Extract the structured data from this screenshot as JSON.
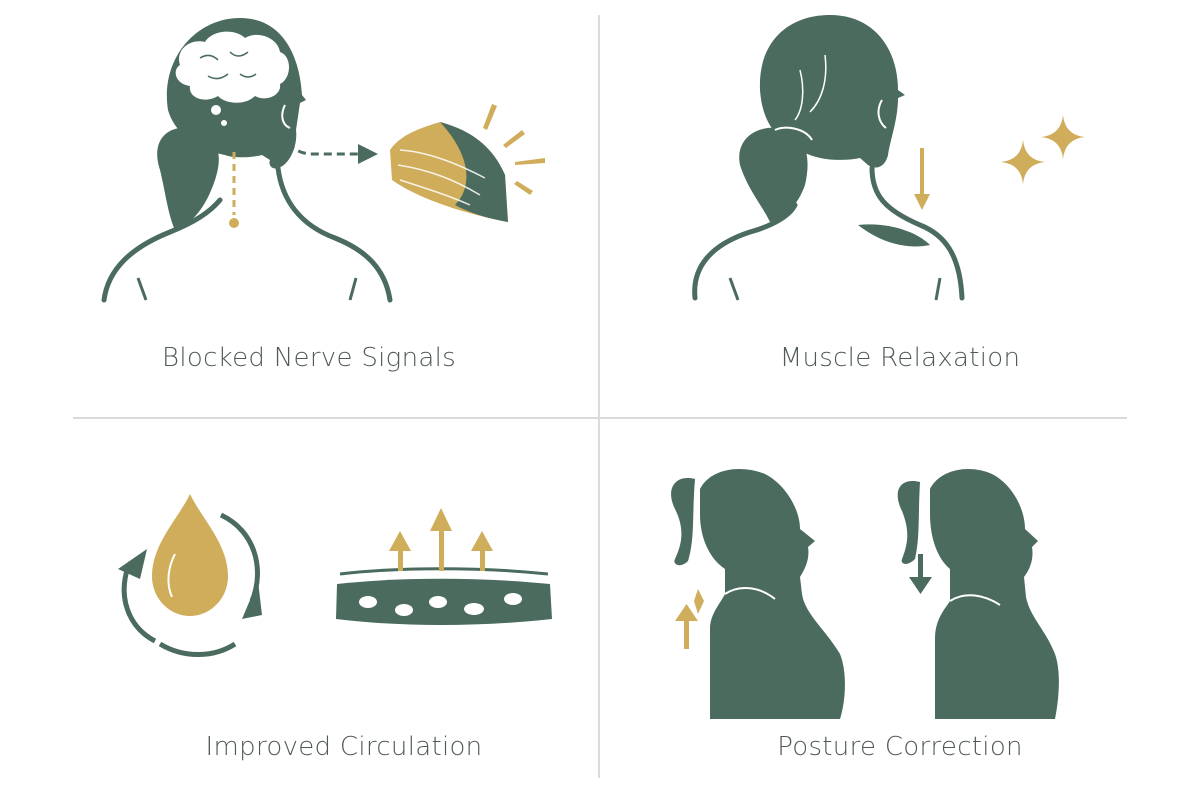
{
  "colors": {
    "primary_green": "#4a6b5e",
    "accent_gold": "#cfad5a",
    "label_text": "#4f5a57",
    "divider": "#d9dcdb",
    "background": "#ffffff"
  },
  "panels": [
    {
      "position": "top-left",
      "label": "Blocked Nerve Signals",
      "icons": [
        "head-with-brain-icon",
        "nerve-dotted-line-icon",
        "dashed-arrow-icon",
        "shoulder-pain-icon",
        "burst-rays-icon"
      ]
    },
    {
      "position": "top-right",
      "label": "Muscle Relaxation",
      "icons": [
        "woman-back-view-icon",
        "down-arrow-icon",
        "sparkles-icon"
      ]
    },
    {
      "position": "bottom-left",
      "label": "Improved Circulation",
      "icons": [
        "drop-with-cycle-arrows-icon",
        "blood-vessel-icon",
        "up-arrows-icon"
      ]
    },
    {
      "position": "bottom-right",
      "label": "Posture Correction",
      "icons": [
        "woman-profile-raised-shoulders-icon",
        "up-arrow-icon",
        "woman-profile-lowered-shoulders-icon",
        "down-arrow-icon"
      ]
    }
  ]
}
